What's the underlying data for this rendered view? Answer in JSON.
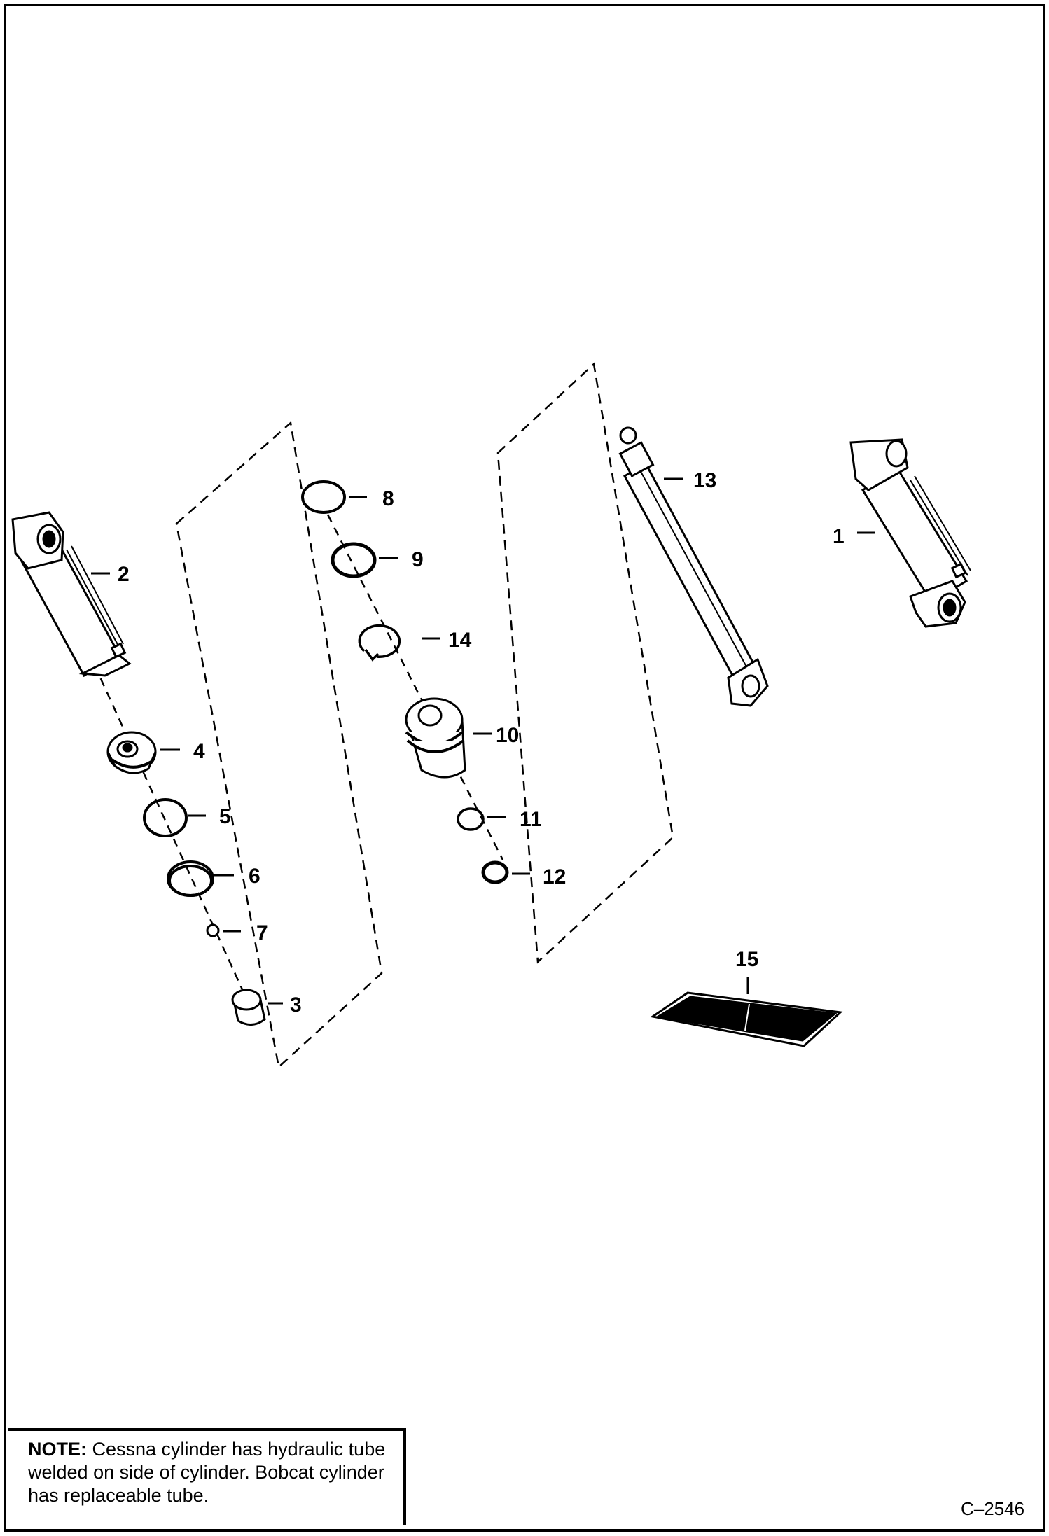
{
  "diagram": {
    "callouts": [
      "1",
      "2",
      "3",
      "4",
      "5",
      "6",
      "7",
      "8",
      "9",
      "10",
      "11",
      "12",
      "13",
      "14",
      "15"
    ],
    "figure_ref": "C–2546"
  },
  "note": {
    "label": "NOTE:",
    "text": " Cessna cylinder has hydraulic tube welded on side of cylinder.  Bobcat cylinder has replaceable tube."
  }
}
